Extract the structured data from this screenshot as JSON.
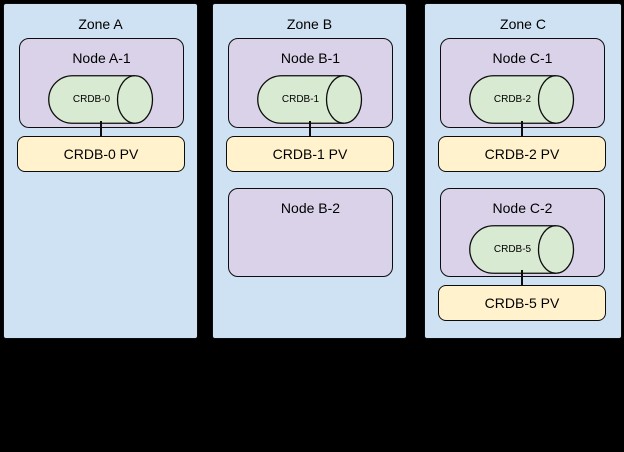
{
  "diagram": {
    "palette": {
      "background": "#000000",
      "zone_fill": "#cfe2f3",
      "node_fill": "#d9d2e9",
      "database_fill": "#d9ead3",
      "pv_fill": "#fff2cc",
      "border": "#0d0d0d",
      "text": "#000000"
    },
    "zones": [
      {
        "title": "Zone A",
        "nodes": [
          {
            "title": "Node A-1",
            "database": "CRDB-0",
            "pv": "CRDB-0 PV"
          }
        ]
      },
      {
        "title": "Zone B",
        "nodes": [
          {
            "title": "Node B-1",
            "database": "CRDB-1",
            "pv": "CRDB-1 PV"
          },
          {
            "title": "Node B-2"
          }
        ]
      },
      {
        "title": "Zone C",
        "nodes": [
          {
            "title": "Node C-1",
            "database": "CRDB-2",
            "pv": "CRDB-2 PV"
          },
          {
            "title": "Node C-2",
            "database": "CRDB-5",
            "pv": "CRDB-5 PV"
          }
        ]
      }
    ]
  }
}
